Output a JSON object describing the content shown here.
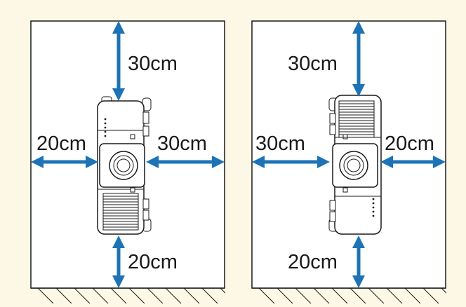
{
  "colors": {
    "background": "#fdf8e6",
    "panel": "#ffffff",
    "arrow": "#1d73b6",
    "line": "#1a1a1a",
    "projector_fill": "#ffffff"
  },
  "panels": [
    {
      "id": "left",
      "orientation": "lens-right",
      "top_label": "30cm",
      "bottom_label": "20cm",
      "left_label": "20cm",
      "right_label": "30cm"
    },
    {
      "id": "right",
      "orientation": "lens-left",
      "top_label": "30cm",
      "bottom_label": "20cm",
      "left_label": "30cm",
      "right_label": "20cm"
    }
  ]
}
